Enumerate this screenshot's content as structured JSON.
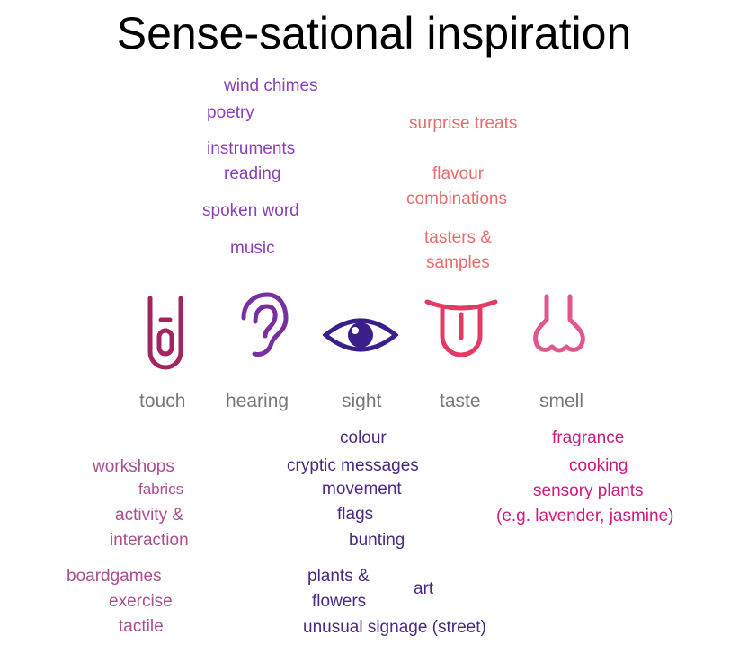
{
  "title": "Sense-sational inspiration",
  "colors": {
    "hearing": "#8a3fb8",
    "taste": "#ea6a6e",
    "touch": "#a94e8f",
    "sight": "#4a2a80",
    "smell": "#cc1a80",
    "label": "#777777"
  },
  "senses": {
    "touch": {
      "label": "touch",
      "icon": "finger-icon"
    },
    "hearing": {
      "label": "hearing",
      "icon": "ear-icon"
    },
    "sight": {
      "label": "sight",
      "icon": "eye-icon"
    },
    "taste": {
      "label": "taste",
      "icon": "tongue-icon"
    },
    "smell": {
      "label": "smell",
      "icon": "nose-icon"
    }
  },
  "hearing_words": [
    "wind chimes",
    "poetry",
    "instruments",
    "reading",
    "spoken word",
    "music"
  ],
  "taste_words": [
    "surprise treats",
    "flavour",
    "combinations",
    "tasters &",
    "samples"
  ],
  "touch_words": [
    "workshops",
    "fabrics",
    "activity &",
    "interaction",
    "boardgames",
    "exercise",
    "tactile"
  ],
  "sight_words": [
    "colour",
    "cryptic messages",
    "movement",
    "flags",
    "bunting",
    "plants &",
    "flowers",
    "art",
    "unusual signage (street)"
  ],
  "smell_words": [
    "fragrance",
    "cooking",
    "sensory plants",
    "(e.g. lavender, jasmine)"
  ]
}
